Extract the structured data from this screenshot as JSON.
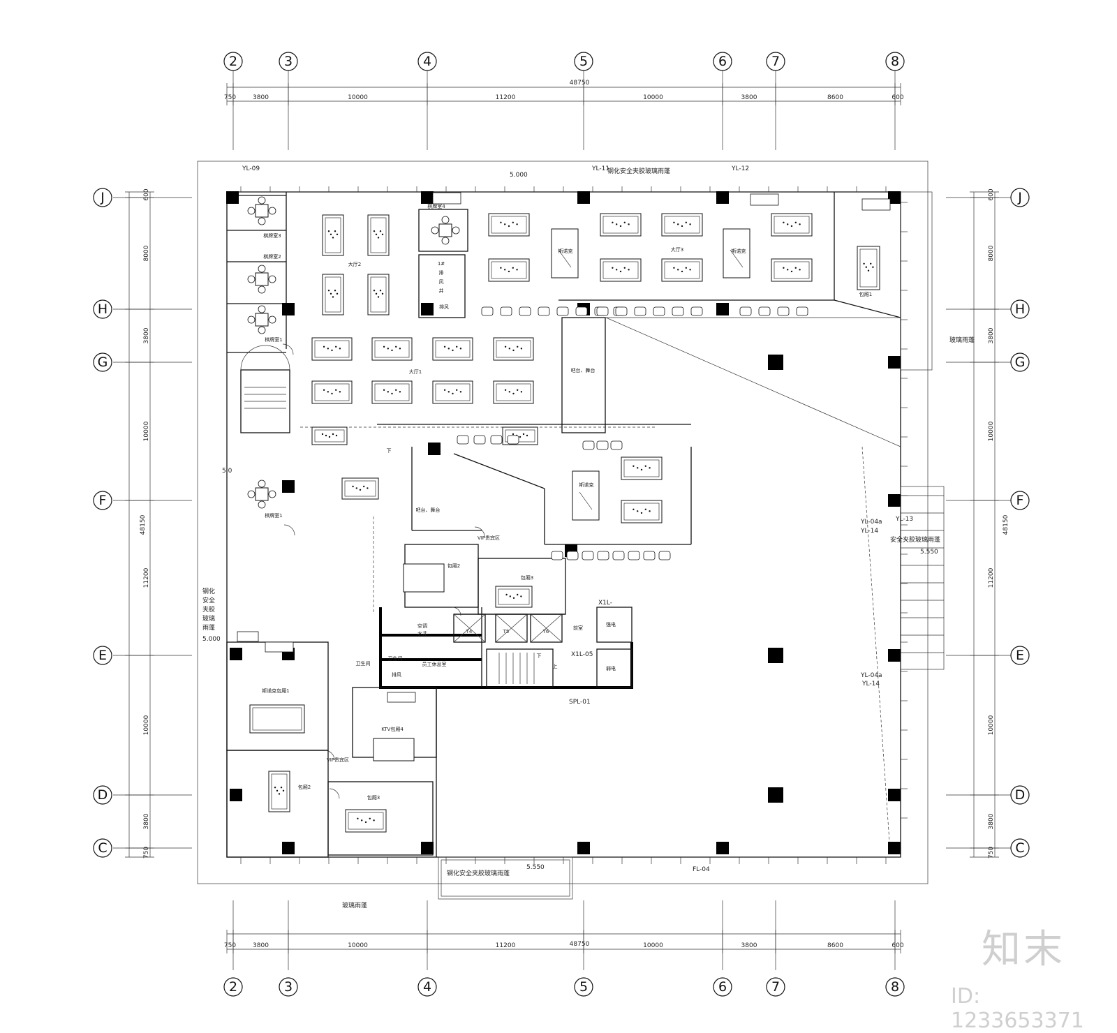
{
  "axes": {
    "vertical": [
      "2",
      "3",
      "4",
      "5",
      "6",
      "7",
      "8"
    ],
    "horizontal": [
      "J",
      "H",
      "G",
      "F",
      "E",
      "D",
      "C"
    ]
  },
  "dimensions": {
    "total_x": "48750",
    "segments_x": [
      "750",
      "3800",
      "10000",
      "11200",
      "10000",
      "3800",
      "8600",
      "600"
    ],
    "total_y": "48150",
    "segments_y": [
      "600",
      "8000",
      "3800",
      "10000",
      "11200",
      "10000",
      "3800",
      "750"
    ]
  },
  "elevations": [
    "5.000",
    "5.000",
    "5.550",
    "5.550",
    "5.0"
  ],
  "tags": [
    "YL-09",
    "YL-11",
    "YL-12",
    "YL-13",
    "YL-14",
    "YL-14",
    "YL-04a",
    "YL-04a",
    "X1L-05",
    "X1L-",
    "SPL-01",
    "FL-04"
  ],
  "facade_labels": {
    "top": "钢化安全夹胶玻璃雨蓬",
    "bottom": "钢化安全夹胶玻璃雨蓬",
    "right": "安全夹胶玻璃雨蓬",
    "glass_right": "玻璃雨蓬",
    "glass_bottom": "玻璃雨蓬",
    "left": [
      "钢化",
      "安全",
      "夹胶",
      "玻璃",
      "雨蓬"
    ]
  },
  "rooms": {
    "hall1": "大厅1",
    "hall2": "大厅2",
    "hall3": "大厅3",
    "chess_rooms": [
      "棋牌室3",
      "棋牌室2",
      "棋牌室1",
      "棋牌室1",
      "棋牌室4"
    ],
    "bar1": "吧台、舞台",
    "bar2": "吧台、舞台",
    "snooker": [
      "斯诺克",
      "斯诺克",
      "斯诺克"
    ],
    "snooker_room": "斯诺克包厢1",
    "private_rooms": [
      "包厢1",
      "包厢2",
      "包厢3",
      "包厢2",
      "包厢3"
    ],
    "ktv": "KTV包厢4",
    "vip1": "VIP贵宾区",
    "vip2": "VIP贵宾区",
    "staff": "员工休息室",
    "ac": [
      "空调",
      "水井"
    ],
    "exhaust": [
      "1#",
      "排",
      "风",
      "井"
    ],
    "exhaust2": "排风",
    "exhaust3": "排风",
    "toilet": "卫生间",
    "toilet2": "卫生间",
    "strong_electric": "强电",
    "weak_electric": "弱电",
    "front_room": "前室",
    "elevators": [
      "T4",
      "T5",
      "T6"
    ],
    "stair_down": "下",
    "stair_up": "上",
    "stair_down2": "下"
  },
  "watermark": {
    "brand": "知末",
    "id": "ID: 1233653371"
  }
}
